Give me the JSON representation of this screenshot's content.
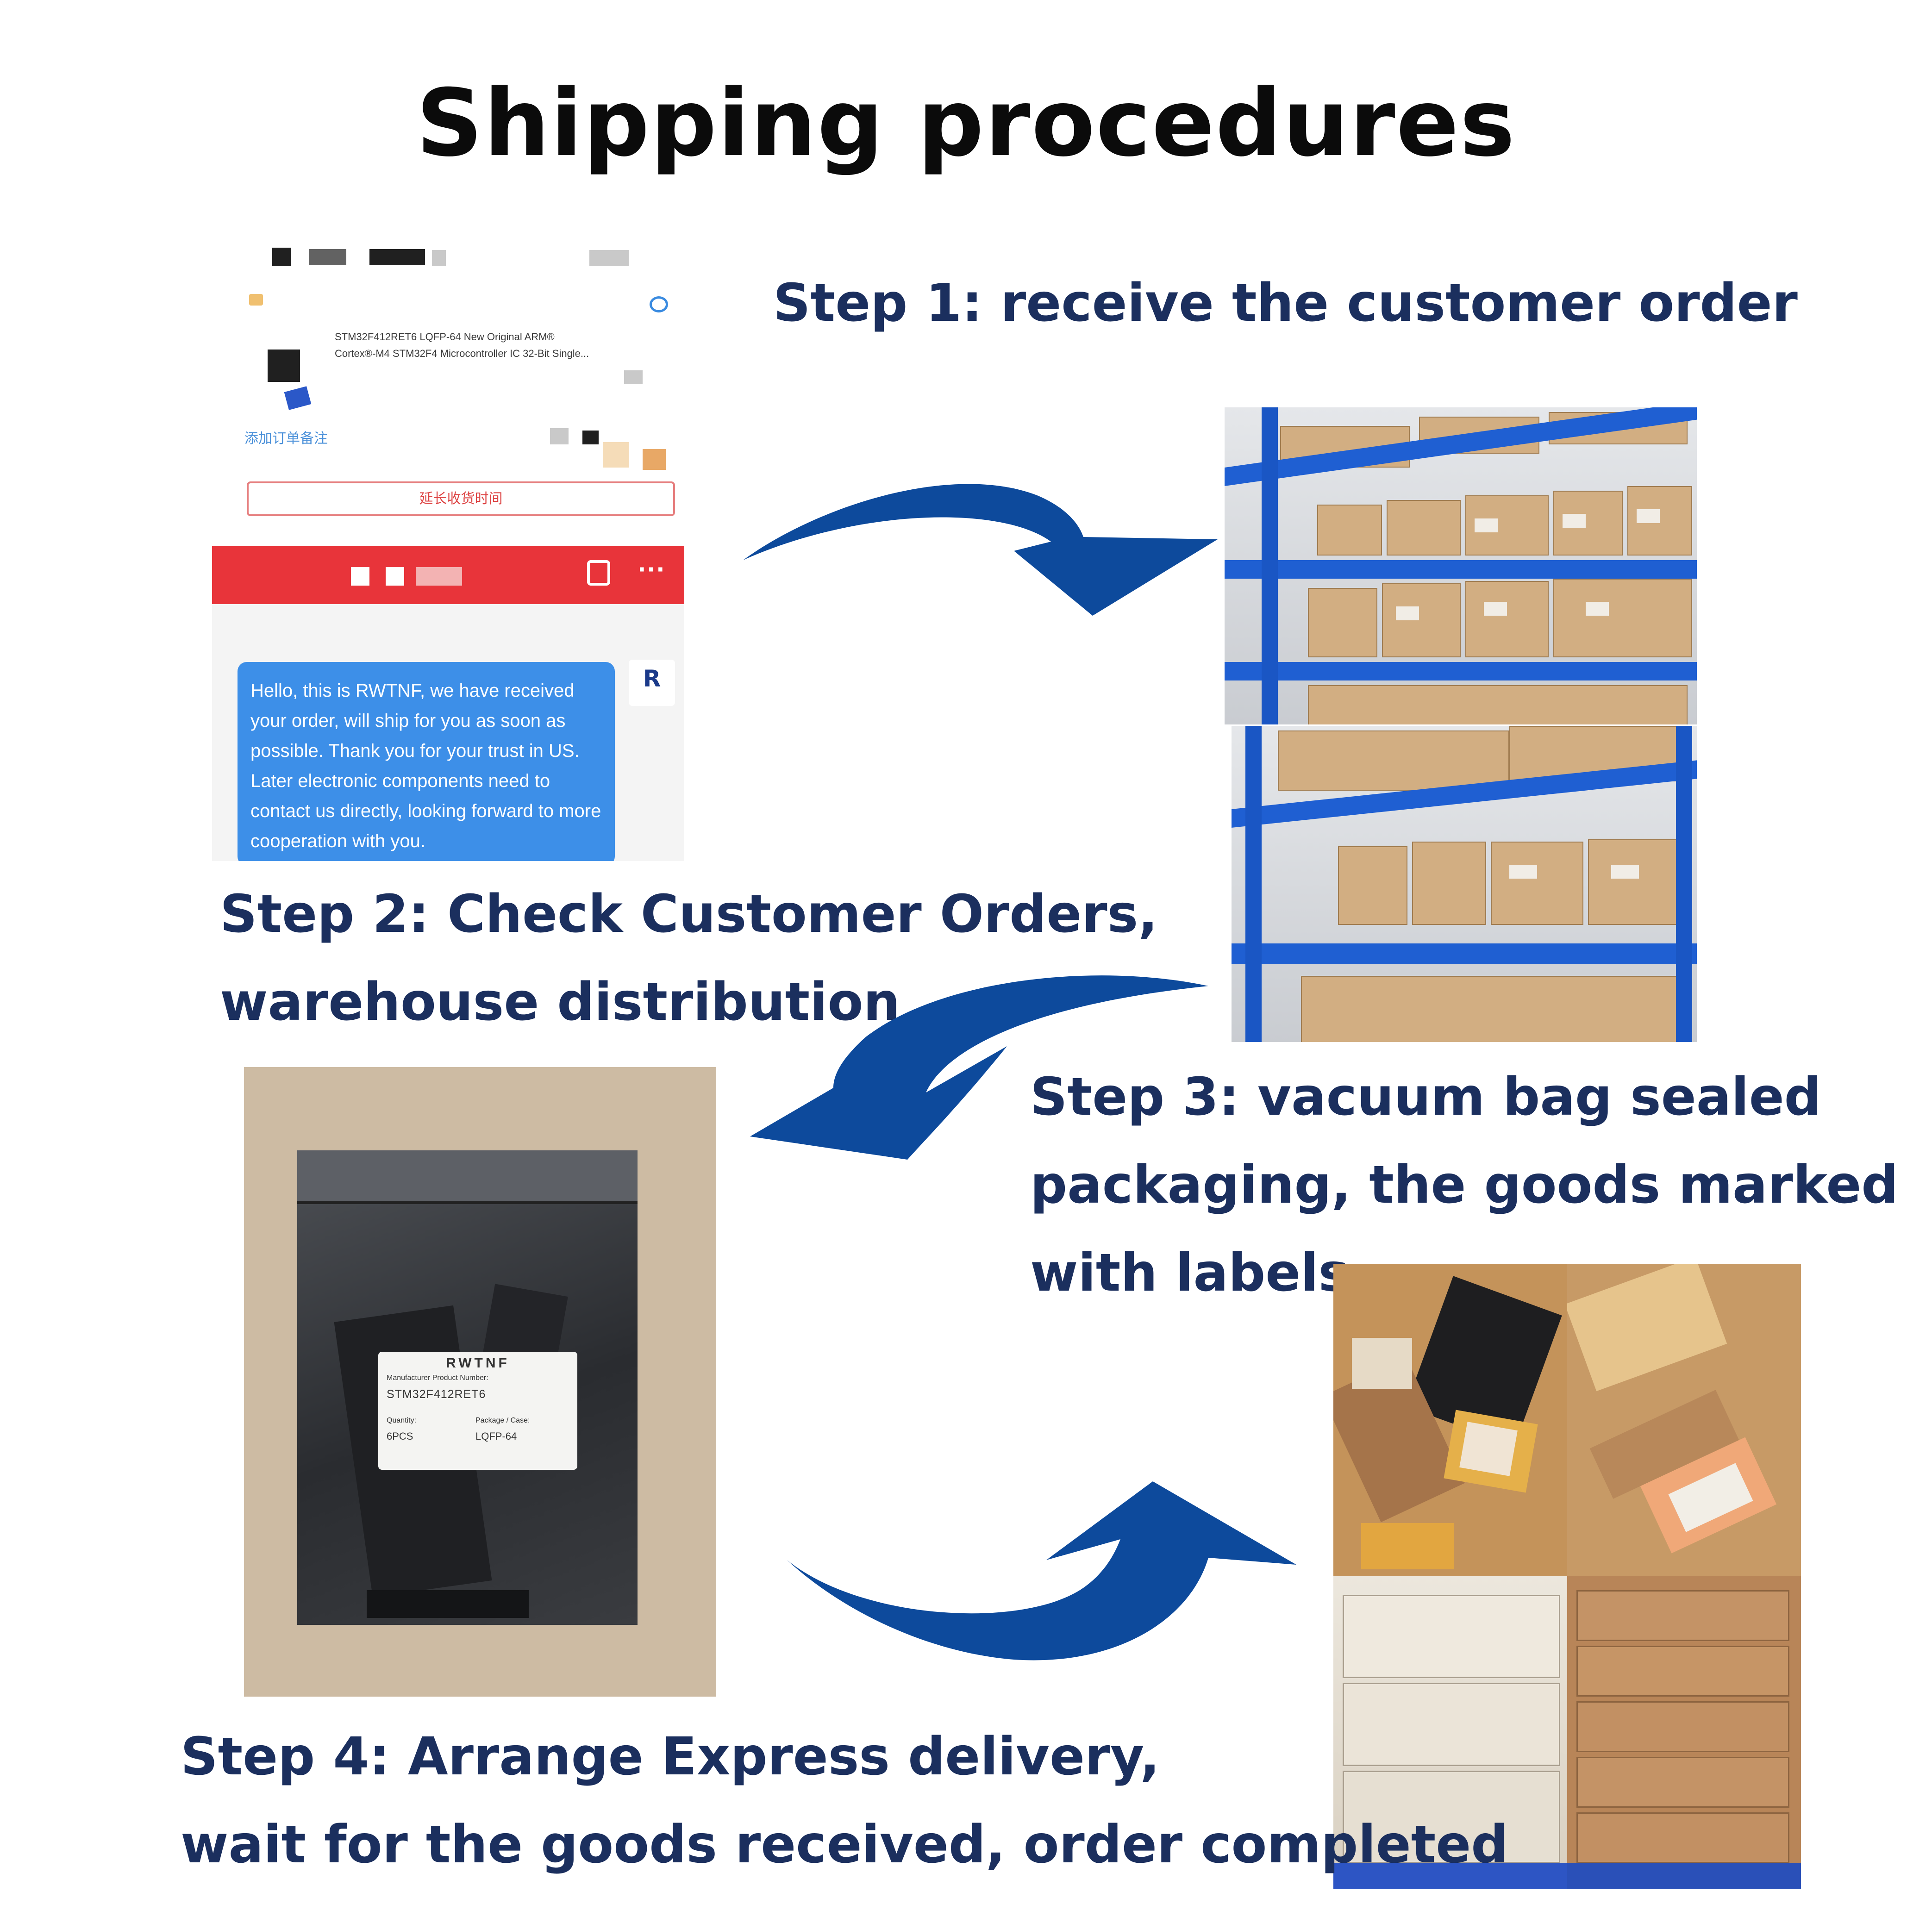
{
  "title": "Shipping procedures",
  "steps": {
    "step1": "Step 1: receive the customer order",
    "step2_line1": "Step 2: Check Customer Orders,",
    "step2_line2": "warehouse distribution",
    "step3_line1": "Step 3: vacuum bag sealed",
    "step3_line2": "packaging, the goods marked",
    "step3_line3": "with labels",
    "step4_line1": "Step 4: Arrange Express delivery,",
    "step4_line2": "wait for the goods received, order completed"
  },
  "phone": {
    "product_line1": "STM32F412RET6 LQFP-64 New Original ARM®",
    "product_line2": "Cortex®-M4 STM32F4 Microcontroller IC 32-Bit Single...",
    "note_link": "添加订单备注",
    "extend_button": "延长收货时间",
    "more_icon": "···",
    "message": "Hello, this is RWTNF, we have received your order, will ship for you as soon as possible. Thank you for your trust in US. Later electronic components need to contact us directly, looking forward to more cooperation with you.",
    "avatar_letter": "R"
  },
  "bag_label": {
    "brand": "RWTNF",
    "mpn_label": "Manufacturer Product Number:",
    "mpn": "STM32F412RET6",
    "qty_label": "Quantity:",
    "pkg_label": "Package / Case:",
    "qty": "6PCS",
    "pkg": "LQFP-64"
  },
  "colors": {
    "title": "#0b0b0b",
    "step_text": "#1b2f5e",
    "arrow": "#0d4a9c",
    "red_bar": "#e8343a",
    "bubble": "#3d8fe8",
    "shelf_blue": "#1f5fd2"
  }
}
